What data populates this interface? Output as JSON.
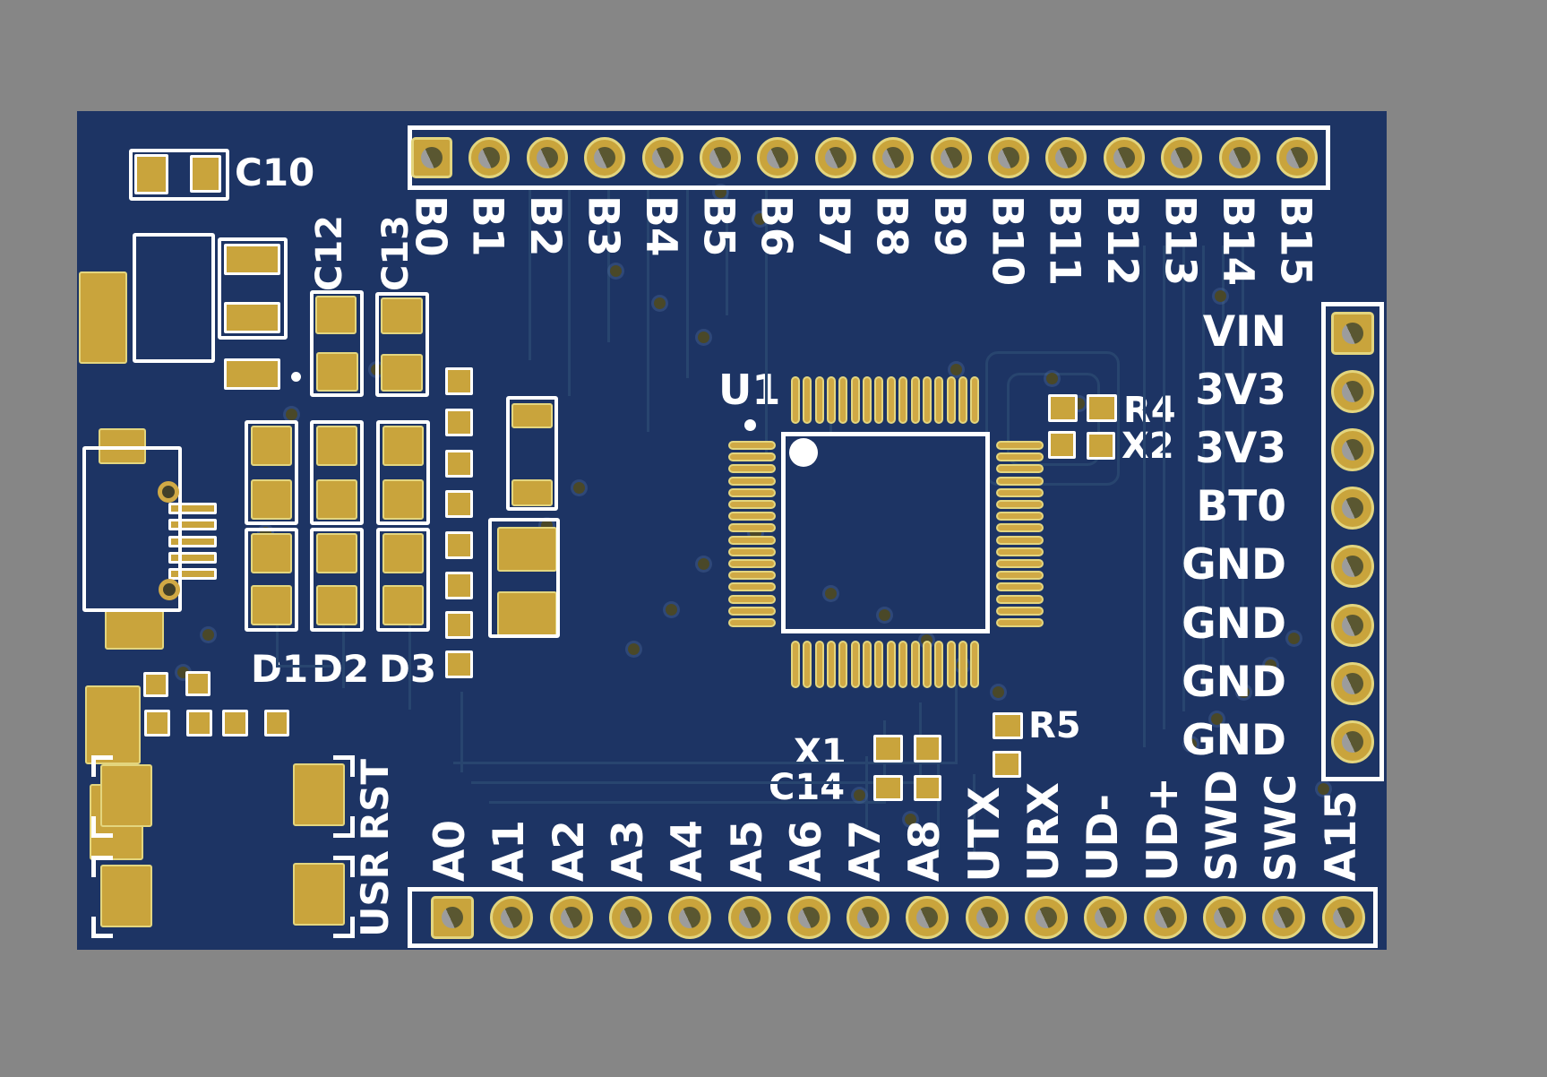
{
  "title": "PCB development board render",
  "colors": {
    "bg": "#868686",
    "board": "#1d3464",
    "silk": "#ffffff",
    "gold": "#c9a43c",
    "gold2": "#d0a945",
    "goldedge": "#e3d57e",
    "trace": "#28456f",
    "via": "#4a4828"
  },
  "top_pins": [
    "B0",
    "B1",
    "B2",
    "B3",
    "B4",
    "B5",
    "B6",
    "B7",
    "B8",
    "B9",
    "B10",
    "B11",
    "B12",
    "B13",
    "B14",
    "B15"
  ],
  "bottom_pins": [
    "A0",
    "A1",
    "A2",
    "A3",
    "A4",
    "A5",
    "A6",
    "A7",
    "A8",
    "UTX",
    "URX",
    "UD-",
    "UD+",
    "SWD",
    "SWC",
    "A15"
  ],
  "right_pins": [
    "VIN",
    "3V3",
    "3V3",
    "BT0",
    "GND",
    "GND",
    "GND",
    "GND"
  ],
  "refdes": {
    "u1": "U1",
    "c10": "C10",
    "c12": "C12",
    "c13": "C13",
    "d1": "D1",
    "d2": "D2",
    "d3": "D3",
    "r4": "R4",
    "x2": "X2",
    "r5": "R5",
    "x1": "X1",
    "c14": "C14",
    "rst": "RST",
    "usr": "USR"
  }
}
